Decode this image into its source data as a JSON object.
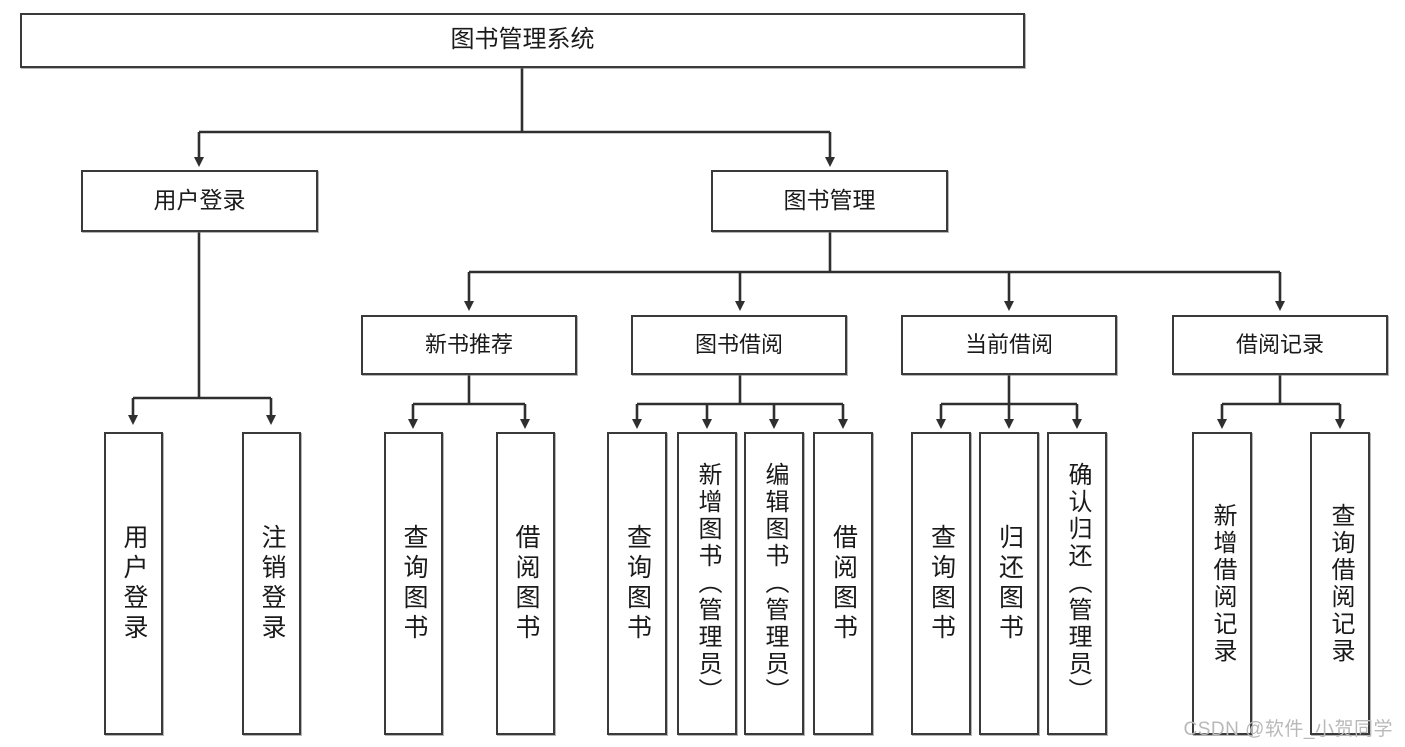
{
  "diagram": {
    "title": "图书管理系统",
    "watermark": "CSDN @软件_小贺同学",
    "colors": {
      "background": "#ffffff",
      "box_border": "#3a3a3a",
      "connector": "#2f2f2f",
      "text": "#1a1a1a",
      "watermark": "#b9b9b9"
    },
    "root": {
      "label": "图书管理系统"
    },
    "level1": [
      {
        "label": "用户登录"
      },
      {
        "label": "图书管理"
      }
    ],
    "level2": [
      {
        "label": "新书推荐"
      },
      {
        "label": "图书借阅"
      },
      {
        "label": "当前借阅"
      },
      {
        "label": "借阅记录"
      }
    ],
    "leaves": {
      "user_login": [
        {
          "label": "用户登录"
        },
        {
          "label": "注销登录"
        }
      ],
      "new_book_recommend": [
        {
          "label": "查询图书"
        },
        {
          "label": "借阅图书"
        }
      ],
      "book_borrow": [
        {
          "label": "查询图书"
        },
        {
          "label": "新增图书（管理员）"
        },
        {
          "label": "编辑图书（管理员）"
        },
        {
          "label": "借阅图书"
        }
      ],
      "current_borrow": [
        {
          "label": "查询图书"
        },
        {
          "label": "归还图书"
        },
        {
          "label": "确认归还（管理员）"
        }
      ],
      "borrow_record": [
        {
          "label": "新增借阅记录"
        },
        {
          "label": "查询借阅记录"
        }
      ]
    }
  }
}
